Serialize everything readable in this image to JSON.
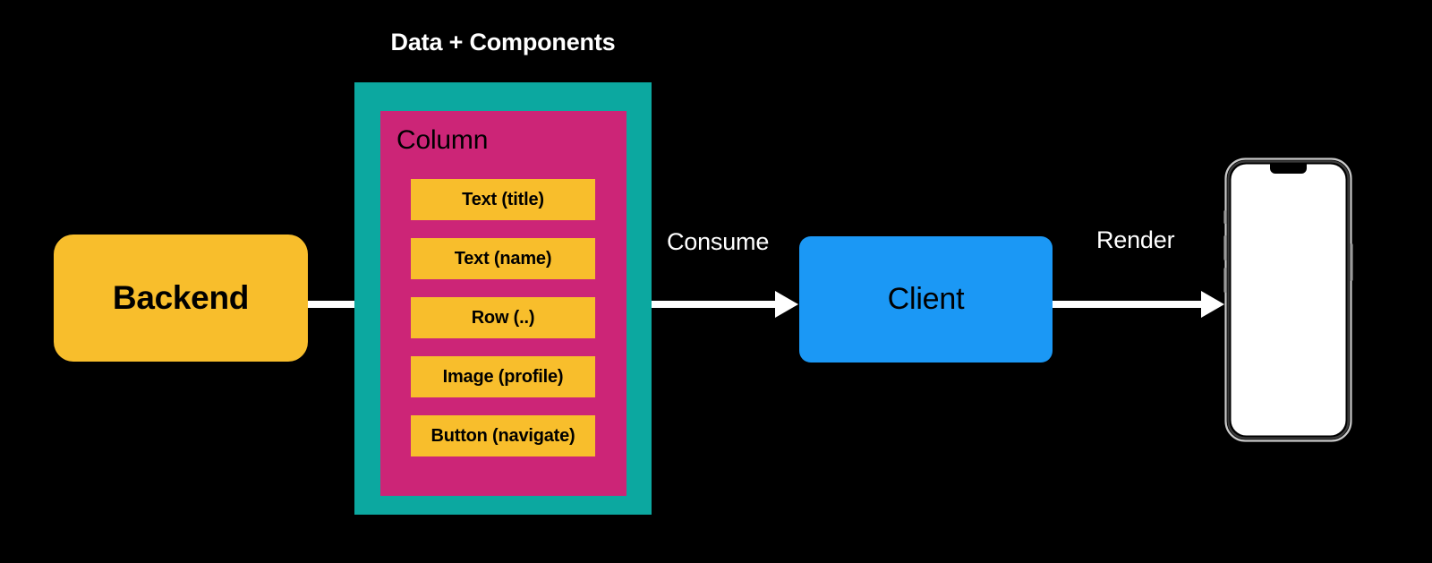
{
  "background_color": "#000000",
  "colors": {
    "amber": "#F8BE2C",
    "teal": "#0CA8A0",
    "pink": "#CC2577",
    "blue": "#1B98F5",
    "white": "#FFFFFF",
    "black": "#000000"
  },
  "diagram": {
    "type": "flow-diagram",
    "backend": {
      "label": "Backend"
    },
    "data_container": {
      "caption": "Data + Components",
      "column": {
        "title": "Column",
        "components": [
          {
            "label": "Text (title)"
          },
          {
            "label": "Text (name)"
          },
          {
            "label": "Row (..)"
          },
          {
            "label": "Image (profile)"
          },
          {
            "label": "Button (navigate)"
          }
        ]
      }
    },
    "client": {
      "label": "Client"
    },
    "device": {
      "name": "phone-mockup",
      "screen": "blank"
    },
    "arrows": [
      {
        "name": "backend-to-data",
        "label": ""
      },
      {
        "name": "data-to-client",
        "label": "Consume"
      },
      {
        "name": "client-to-device",
        "label": "Render"
      }
    ]
  }
}
